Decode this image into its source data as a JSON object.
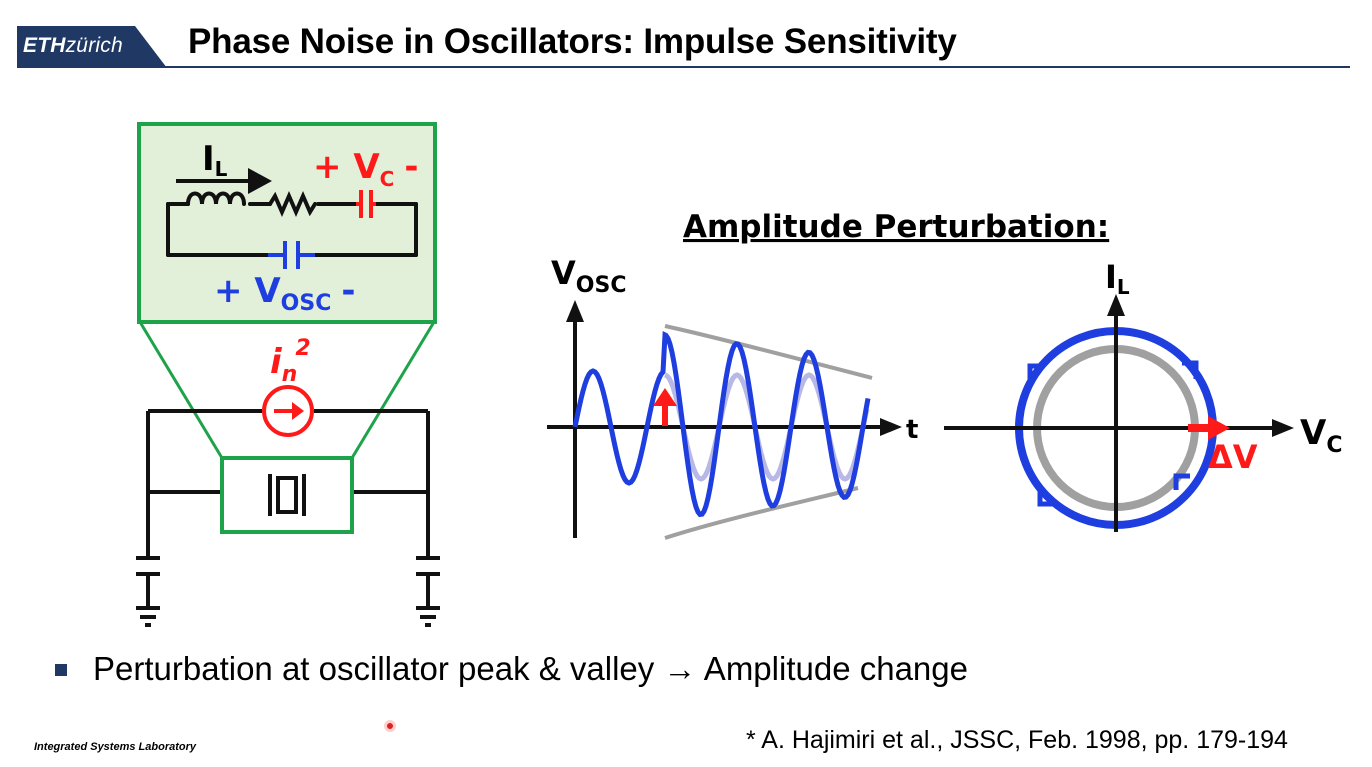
{
  "header": {
    "logo_bold": "ETH",
    "logo_italic": "zürich",
    "title": "Phase Noise in Oscillators: Impulse Sensitivity",
    "accent_color": "#1f3864"
  },
  "circuit": {
    "current_label": "I",
    "current_sub": "L",
    "vc_label": "+ V",
    "vc_sub": "C",
    "vc_minus": "-",
    "vosc_label": "+ V",
    "vosc_sub": "OSC",
    "vosc_minus": "-",
    "noise_label": "i",
    "noise_sub": "n",
    "noise_sup": "2",
    "box_color": "#1ea24a",
    "fill_color": "#e2efd9"
  },
  "perturbation": {
    "heading": "Amplitude Perturbation:",
    "waveform_y_label": "V",
    "waveform_y_sub": "OSC",
    "waveform_x_label": "t",
    "phase_y_label": "I",
    "phase_y_sub": "L",
    "phase_x_label": "V",
    "phase_x_sub": "C",
    "delta_label": "ΔV",
    "wave_color": "#1f3ee0",
    "ghost_color": "#a0a0a0",
    "impulse_color": "#ff1a1a"
  },
  "bullet": {
    "text": "Perturbation at oscillator peak & valley → Amplitude change"
  },
  "footer": {
    "lab": "Integrated Systems Laboratory",
    "reference": "* A. Hajimiri et al., JSSC, Feb. 1998, pp. 179-194"
  }
}
